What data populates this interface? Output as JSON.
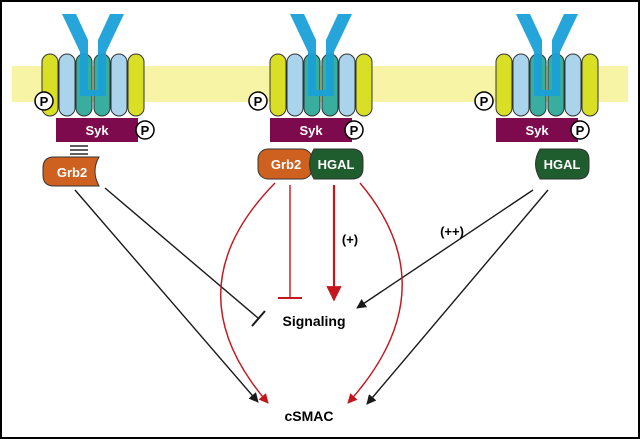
{
  "colors": {
    "membrane": "#f7f4a6",
    "receptor_blue": "#1aa0d8",
    "receptor_light_blue": "#a9d4ec",
    "receptor_teal": "#3aae9e",
    "receptor_yellow": "#d9df25",
    "syk": "#7d0a4c",
    "grb2": "#cf6120",
    "hgal": "#1f5c2e",
    "red_arrow": "#c4161c",
    "black_arrow": "#1a1a1a",
    "frame": "#000000"
  },
  "complexes": [
    {
      "phospho_left": "P",
      "syk_label": "Syk",
      "phospho_right": "P",
      "grb2_label": "Grb2",
      "hgal_label": ""
    },
    {
      "phospho_left": "P",
      "syk_label": "Syk",
      "phospho_right": "P",
      "grb2_label": "Grb2",
      "hgal_label": "HGAL"
    },
    {
      "phospho_left": "P",
      "syk_label": "Syk",
      "phospho_right": "P",
      "grb2_label": "",
      "hgal_label": "HGAL"
    }
  ],
  "nodes": {
    "signaling": "Signaling",
    "csmac": "cSMAC"
  },
  "edge_labels": {
    "hgal_to_signaling": "(+)",
    "hgal_only_to_signaling": "(++)"
  }
}
